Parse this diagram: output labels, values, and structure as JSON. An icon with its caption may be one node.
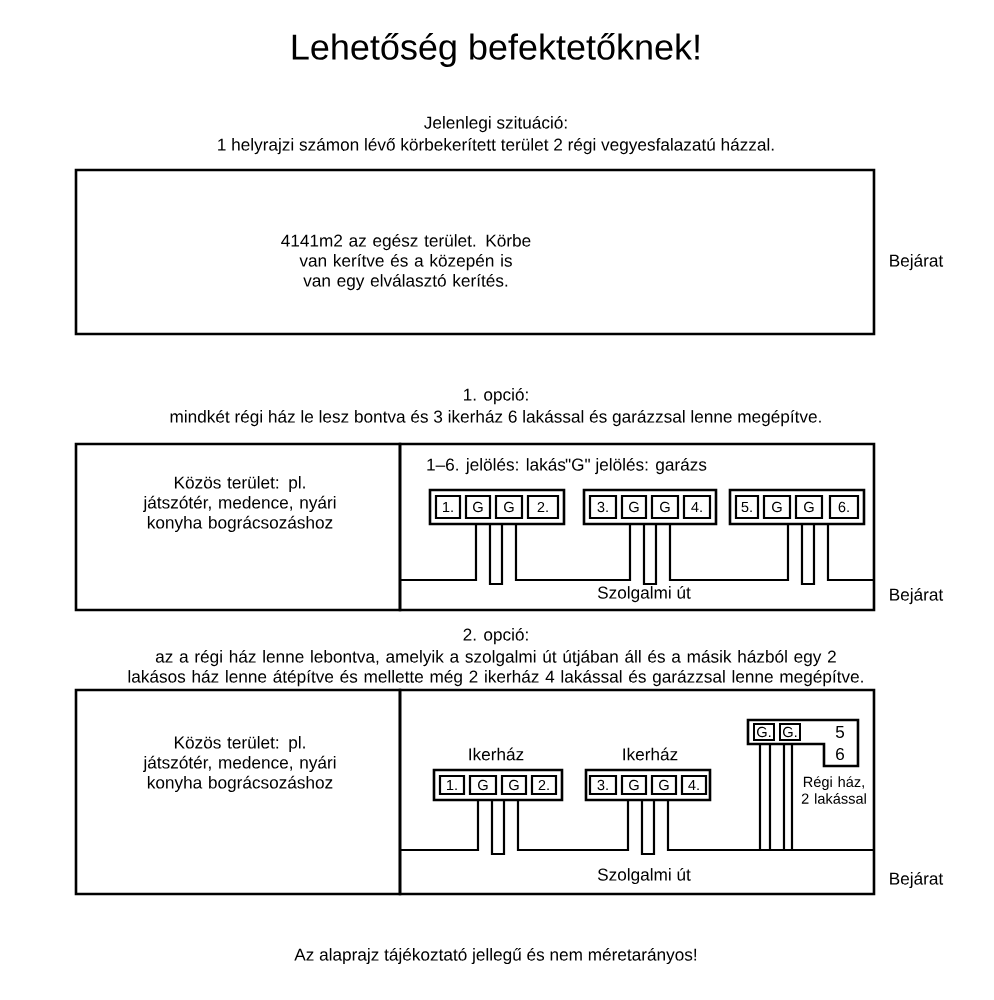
{
  "diagram": {
    "title": "Lehetőség befektetőknek!",
    "caption": "Az alaprajz tájékoztató jellegű és nem méretarányos!",
    "nodes": [
      {
        "text": [
          "4141m2 az egész terület. Körbe van kerítve és a közepén is van egy elválasztó kerítés."
        ],
        "beside": [
          "Bejárat"
        ]
      },
      {
        "text": [
          "Közös terület: pl. játszótér, medence, nyári konyha bográcsozáshoz"
        ]
      },
      {
        "text": [
          "1–6. jelölés: lakás",
          "\"G\" jelölés: garázs"
        ],
        "beside": [
          "Bejárat"
        ]
      },
      {
        "text": [],
        "shape": "box",
        "in": 2
      },
      {
        "text": [
          "1."
        ],
        "in": 3
      },
      {
        "text": [
          "G"
        ],
        "in": 3
      },
      {
        "text": [
          "G"
        ],
        "in": 3
      },
      {
        "text": [
          "2."
        ],
        "in": 3
      },
      {
        "text": [],
        "shape": "box",
        "in": 2
      },
      {
        "text": [
          "3."
        ],
        "in": 8
      },
      {
        "text": [
          "G"
        ],
        "in": 8
      },
      {
        "text": [
          "G"
        ],
        "in": 8
      },
      {
        "text": [
          "4."
        ],
        "in": 8
      },
      {
        "text": [],
        "shape": "box",
        "in": 2
      },
      {
        "text": [
          "5."
        ],
        "in": 13
      },
      {
        "text": [
          "G"
        ],
        "in": 13
      },
      {
        "text": [
          "G"
        ],
        "in": 13
      },
      {
        "text": [
          "6."
        ],
        "in": 13
      },
      {
        "text": [
          "Közös terület: pl. játszótér, medence, nyári konyha bográcsozáshoz"
        ]
      },
      {
        "text": [],
        "shape": "box",
        "beside": [
          "Bejárat"
        ]
      },
      {
        "text": [
          "Ikerház"
        ],
        "in": 19
      },
      {
        "text": [
          "1."
        ],
        "in": 20
      },
      {
        "text": [
          "G"
        ],
        "in": 20
      },
      {
        "text": [
          "G"
        ],
        "in": 20
      },
      {
        "text": [
          "2."
        ],
        "in": 20
      },
      {
        "text": [
          "Ikerház"
        ],
        "in": 19
      },
      {
        "text": [
          "3."
        ],
        "in": 25
      },
      {
        "text": [
          "G"
        ],
        "in": 25
      },
      {
        "text": [
          "G"
        ],
        "in": 25
      },
      {
        "text": [
          "4."
        ],
        "in": 25
      },
      {
        "text": [
          "5",
          "6"
        ],
        "beside": [
          "Régi ház, 2 lakással"
        ],
        "in": 19
      },
      {
        "text": [
          "G."
        ],
        "in": 30
      },
      {
        "text": [
          "G."
        ],
        "in": 30
      }
    ],
    "labels": [
      "Jelenlegi szituáció:",
      "1 helyrajzi számon lévő körbekerített terület 2 régi vegyesfalazatú házzal.",
      "1. opció:",
      "mindkét régi ház le lesz bontva és 3 ikerház 6 lakással és garázzsal lenne megépítve.",
      "Szolgalmi út",
      "2. opció:",
      "az a régi ház lenne lebontva, amelyik a szolgalmi út útjában áll és a másik házból egy 2 lakásos ház lenne átépítve és mellette még 2 ikerház 4 lakással és garázzsal lenne megépítve.",
      "Szolgalmi út"
    ]
  }
}
